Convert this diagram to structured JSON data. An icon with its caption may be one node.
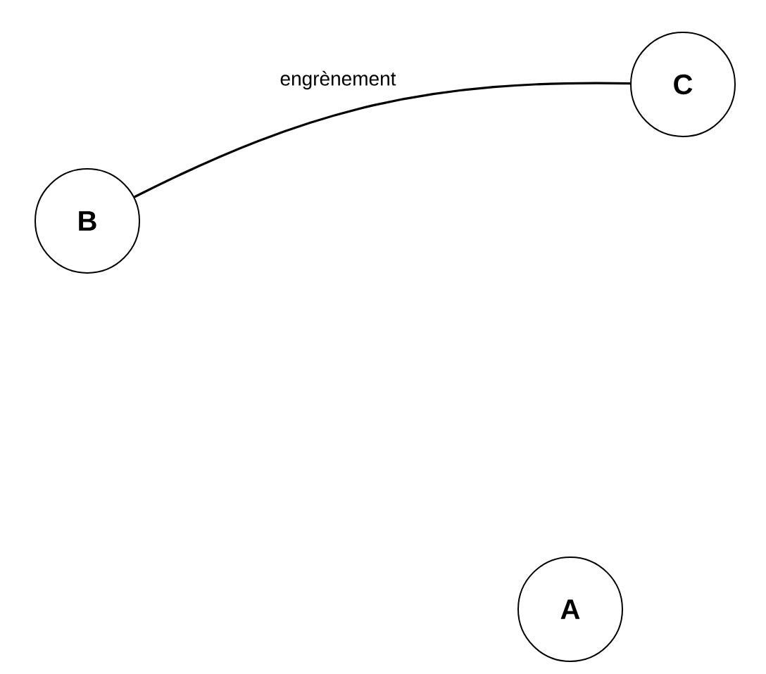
{
  "diagram": {
    "nodes": [
      {
        "text": [
          "A"
        ]
      },
      {
        "text": [
          "B"
        ]
      },
      {
        "text": [
          "C"
        ]
      }
    ],
    "edges": [
      {
        "from": 1,
        "to": 2,
        "arrow": "none",
        "label": "engrènement"
      }
    ]
  }
}
